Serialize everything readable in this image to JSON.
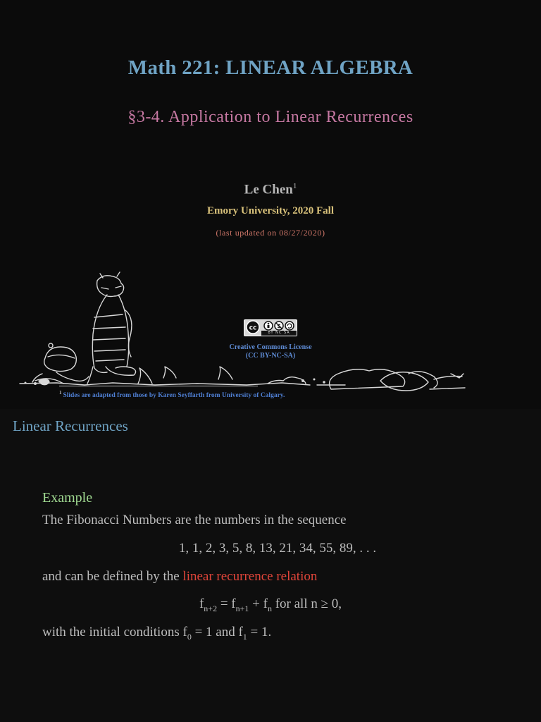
{
  "title_slide": {
    "title": "Math 221: LINEAR ALGEBRA",
    "subtitle": "§3-4.  Application to Linear Recurrences",
    "author": "Le Chen",
    "author_mark": "1",
    "institution": "Emory University, 2020 Fall",
    "updated": "(last updated on 08/27/2020)",
    "license_badge_text": "BY NC SA",
    "license_line1": "Creative Commons License",
    "license_line2": "(CC BY-NC-SA)",
    "footnote_mark": "1",
    "footnote": "Slides are adapted from those by Karen Seyffarth from University of Calgary.",
    "colors": {
      "title": "#6fa3c4",
      "subtitle": "#c678a2",
      "institution": "#d9c27b",
      "updated": "#d2786a",
      "license": "#5e8bd4"
    }
  },
  "slide": {
    "heading": "Linear Recurrences",
    "example_label": "Example",
    "intro": "The Fibonacci Numbers are the numbers in the sequence",
    "sequence": "1, 1, 2, 3, 5, 8, 13, 21, 34, 55, 89, . . .",
    "defined_by": "and can be defined by the ",
    "relation_term": "linear recurrence relation",
    "rec_f": "f",
    "rec_sub1": "n+2",
    "rec_eq1": " = f",
    "rec_sub2": "n+1",
    "rec_plus": " + f",
    "rec_sub3": "n",
    "rec_tail": " for all n ≥ 0,",
    "initial_a": "with the initial conditions f",
    "initial_sub1": "0",
    "initial_b": " = 1 and f",
    "initial_sub2": "1",
    "initial_c": " = 1.",
    "colors": {
      "heading": "#6fa3c4",
      "example": "#9fd890",
      "highlight": "#e0453a",
      "text": "#bdbdbd"
    }
  }
}
